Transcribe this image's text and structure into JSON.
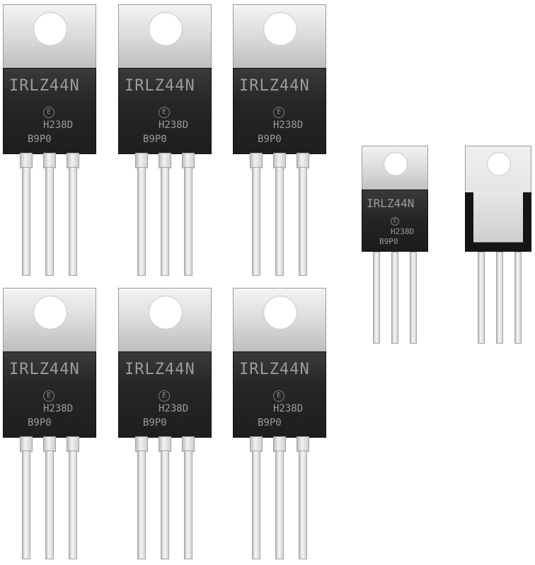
{
  "parts": [
    {
      "marking": "IRLZ44N",
      "logo": "E",
      "code": "H238D",
      "lot": "B9P0"
    },
    {
      "marking": "IRLZ44N",
      "logo": "E",
      "code": "H238D",
      "lot": "B9P0"
    },
    {
      "marking": "IRLZ44N",
      "logo": "E",
      "code": "H238D",
      "lot": "B9P0"
    },
    {
      "marking": "IRLZ44N",
      "logo": "E",
      "code": "H238D",
      "lot": "B9P0"
    },
    {
      "marking": "IRLZ44N",
      "logo": "E",
      "code": "H238D",
      "lot": "B9P0"
    },
    {
      "marking": "IRLZ44N",
      "logo": "E",
      "code": "H238D",
      "lot": "B9P0"
    },
    {
      "marking": "IRLZ44N",
      "logo": "E",
      "code": "H238D",
      "lot": "B9P0"
    }
  ]
}
